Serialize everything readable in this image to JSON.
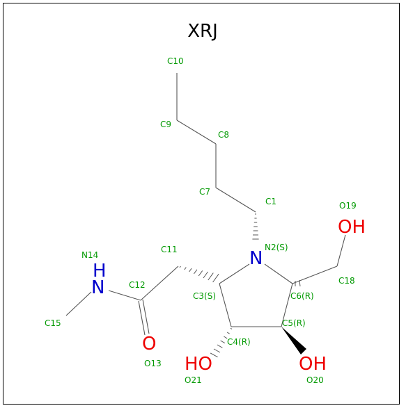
{
  "title": "XRJ",
  "colors": {
    "carbon_label": "#009900",
    "nitrogen": "#0000cc",
    "oxygen": "#ee0000",
    "bond": "#555555",
    "title": "#000000"
  },
  "atom_labels": {
    "c10": "C10",
    "c9": "C9",
    "c8": "C8",
    "c7": "C7",
    "c1": "C1",
    "o19": "O19",
    "n2": "N2(S)",
    "c11": "C11",
    "n14": "N14",
    "c18": "C18",
    "c12": "C12",
    "c3": "C3(S)",
    "c6": "C6(R)",
    "c15": "C15",
    "c5": "C5(R)",
    "c4": "C4(R)",
    "o13": "O13",
    "o21": "O21",
    "o20": "O20"
  },
  "element_symbols": {
    "n_ring": "N",
    "n_amide_h": "H",
    "n_amide": "N",
    "o_carbonyl": "O",
    "oh19": "OH",
    "ho21": "HO",
    "oh20": "OH"
  }
}
